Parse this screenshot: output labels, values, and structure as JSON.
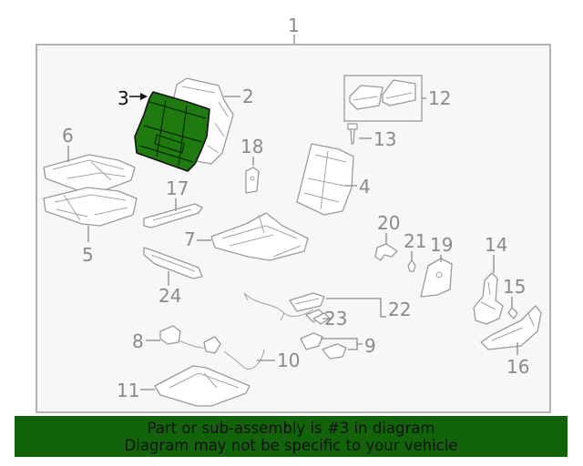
{
  "diagram": {
    "assembly_label": "1",
    "highlighted_part": "3",
    "labels": [
      "2",
      "3",
      "4",
      "5",
      "6",
      "7",
      "8",
      "9",
      "10",
      "11",
      "12",
      "13",
      "14",
      "15",
      "16",
      "17",
      "18",
      "19",
      "20",
      "21",
      "22",
      "23",
      "24"
    ]
  },
  "banner": {
    "line1": "Part or sub-assembly is #3 in diagram",
    "line2": "Diagram may not be specific to your vehicle",
    "background": "#126309"
  },
  "colors": {
    "highlight": "#1f7a10",
    "line": "#9a9a9a",
    "frame_fill": "#f7f7f7"
  }
}
